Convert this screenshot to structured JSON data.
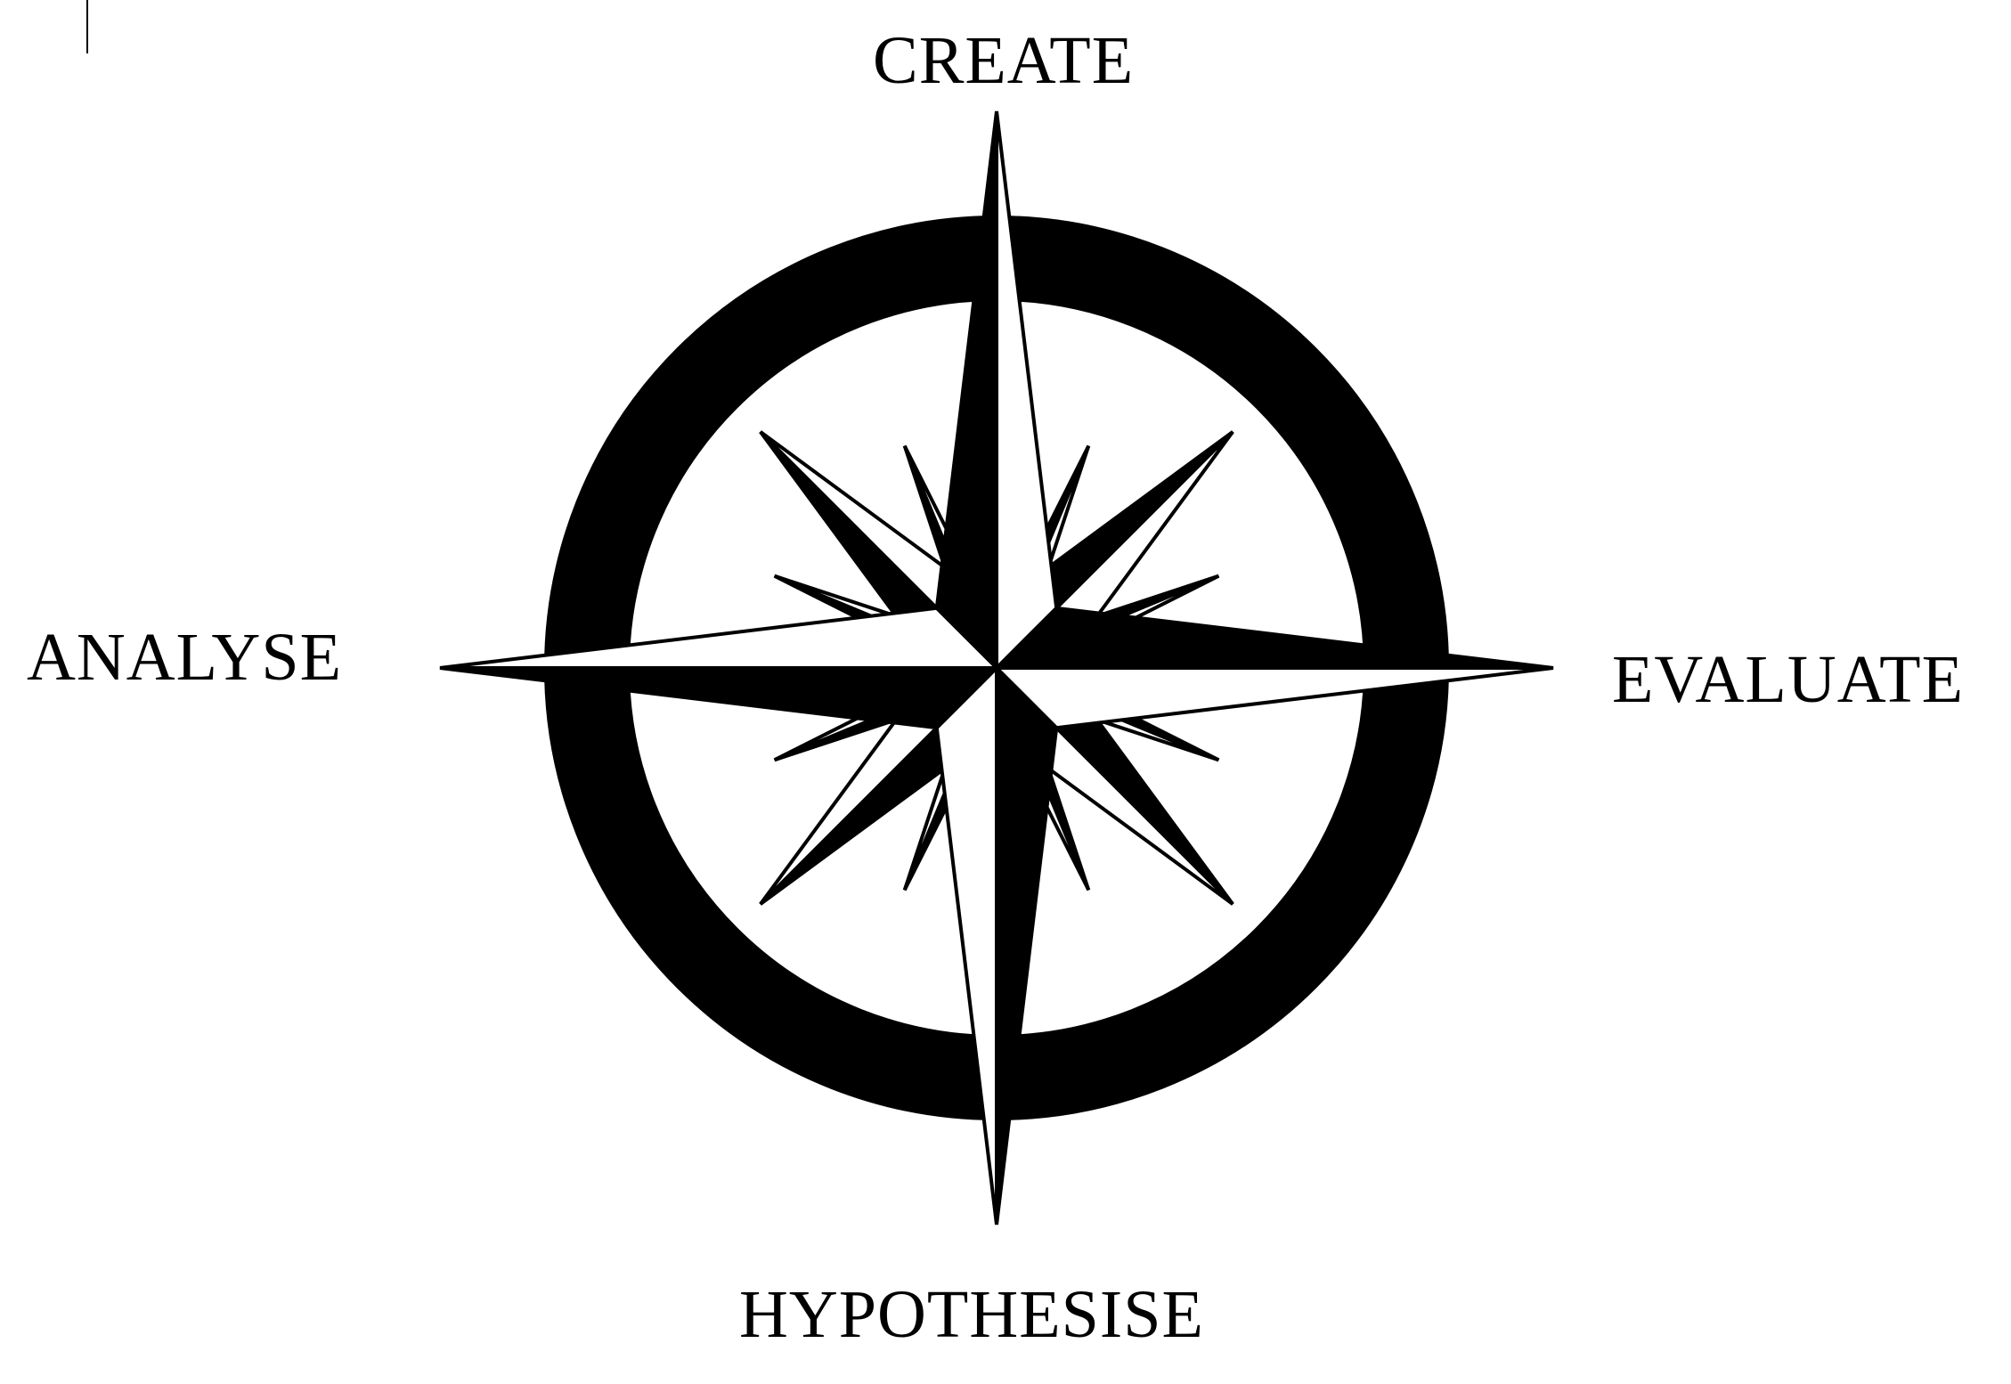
{
  "labels": {
    "north": "CREATE",
    "east": "EVALUATE",
    "south": "HYPOTHESISE",
    "west": "ANALYSE"
  },
  "colors": {
    "ink": "#000000",
    "paper": "#ffffff"
  },
  "icons": {
    "compass": "compass-rose-icon"
  }
}
